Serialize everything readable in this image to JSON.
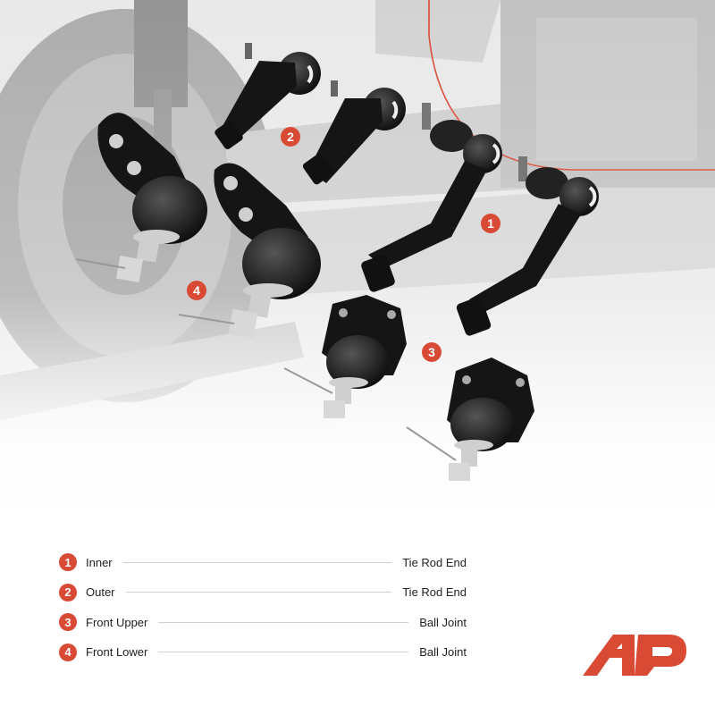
{
  "badges": [
    "1",
    "2",
    "3",
    "4"
  ],
  "legend": [
    {
      "num": "1",
      "name": "Inner",
      "kind": "Tie Rod End"
    },
    {
      "num": "2",
      "name": "Outer",
      "kind": "Tie Rod End"
    },
    {
      "num": "3",
      "name": "Front Upper",
      "kind": "Ball Joint"
    },
    {
      "num": "4",
      "name": "Front Lower",
      "kind": "Ball Joint"
    }
  ],
  "colors": {
    "accent": "#d94a35",
    "part": "#111111",
    "background_photo": "#9a9a9a"
  },
  "icons": [
    "brand-logo"
  ]
}
